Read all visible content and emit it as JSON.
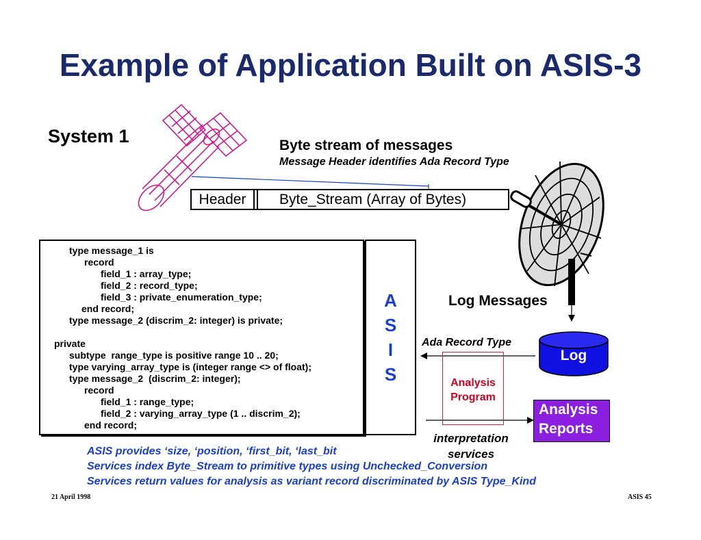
{
  "slide": {
    "title": "Example of Application Built on ASIS-3",
    "system_label": "System 1",
    "byte_stream": {
      "title": "Byte stream of messages",
      "subtitle": "Message Header identifies Ada Record Type"
    },
    "message": {
      "header": "Header",
      "body": "Byte_Stream (Array of Bytes)"
    },
    "code_lines": [
      "type message_1 is",
      "record",
      "field_1 : array_type;",
      "field_2 : record_type;",
      "field_3 : private_enumeration_type;",
      "end record;",
      "type message_2 (discrim_2: integer) is private;",
      "",
      "private",
      "subtype  range_type is positive range 10 .. 20;",
      "type varying_array_type is (integer range <> of float);",
      "type message_2  (discrim_2: integer);",
      "record",
      "field_1 : range_type;",
      "field_2 : varying_array_type (1 .. discrim_2);",
      "end record;"
    ],
    "asis_letters": [
      "A",
      "S",
      "I",
      "S"
    ],
    "log_messages": "Log Messages",
    "log_label": "Log",
    "ada_record_type": "Ada Record Type",
    "analysis_program": [
      "Analysis",
      "Program"
    ],
    "analysis_reports": [
      "Analysis",
      "Reports"
    ],
    "interpretation": [
      "interpretation",
      "services"
    ],
    "notes": [
      "ASIS provides ‘size, ‘position, ‘first_bit, ‘last_bit",
      "Services index Byte_Stream to primitive types using Unchecked_Conversion",
      "Services return values for analysis as variant record discriminated by ASIS Type_Kind"
    ],
    "footer_left": "21 April 1998",
    "footer_right": "ASIS 45"
  },
  "icons": {
    "satellite": "satellite-icon",
    "dish": "satellite-dish-icon",
    "log": "database-cylinder-icon"
  },
  "colors": {
    "title": "#1a2a6c",
    "asis_blue": "#1a3fd0",
    "log_blue": "#1010e0",
    "analysis_red": "#d60020",
    "reports_purple": "#8c1ee0",
    "satellite_magenta": "#d0188c"
  }
}
